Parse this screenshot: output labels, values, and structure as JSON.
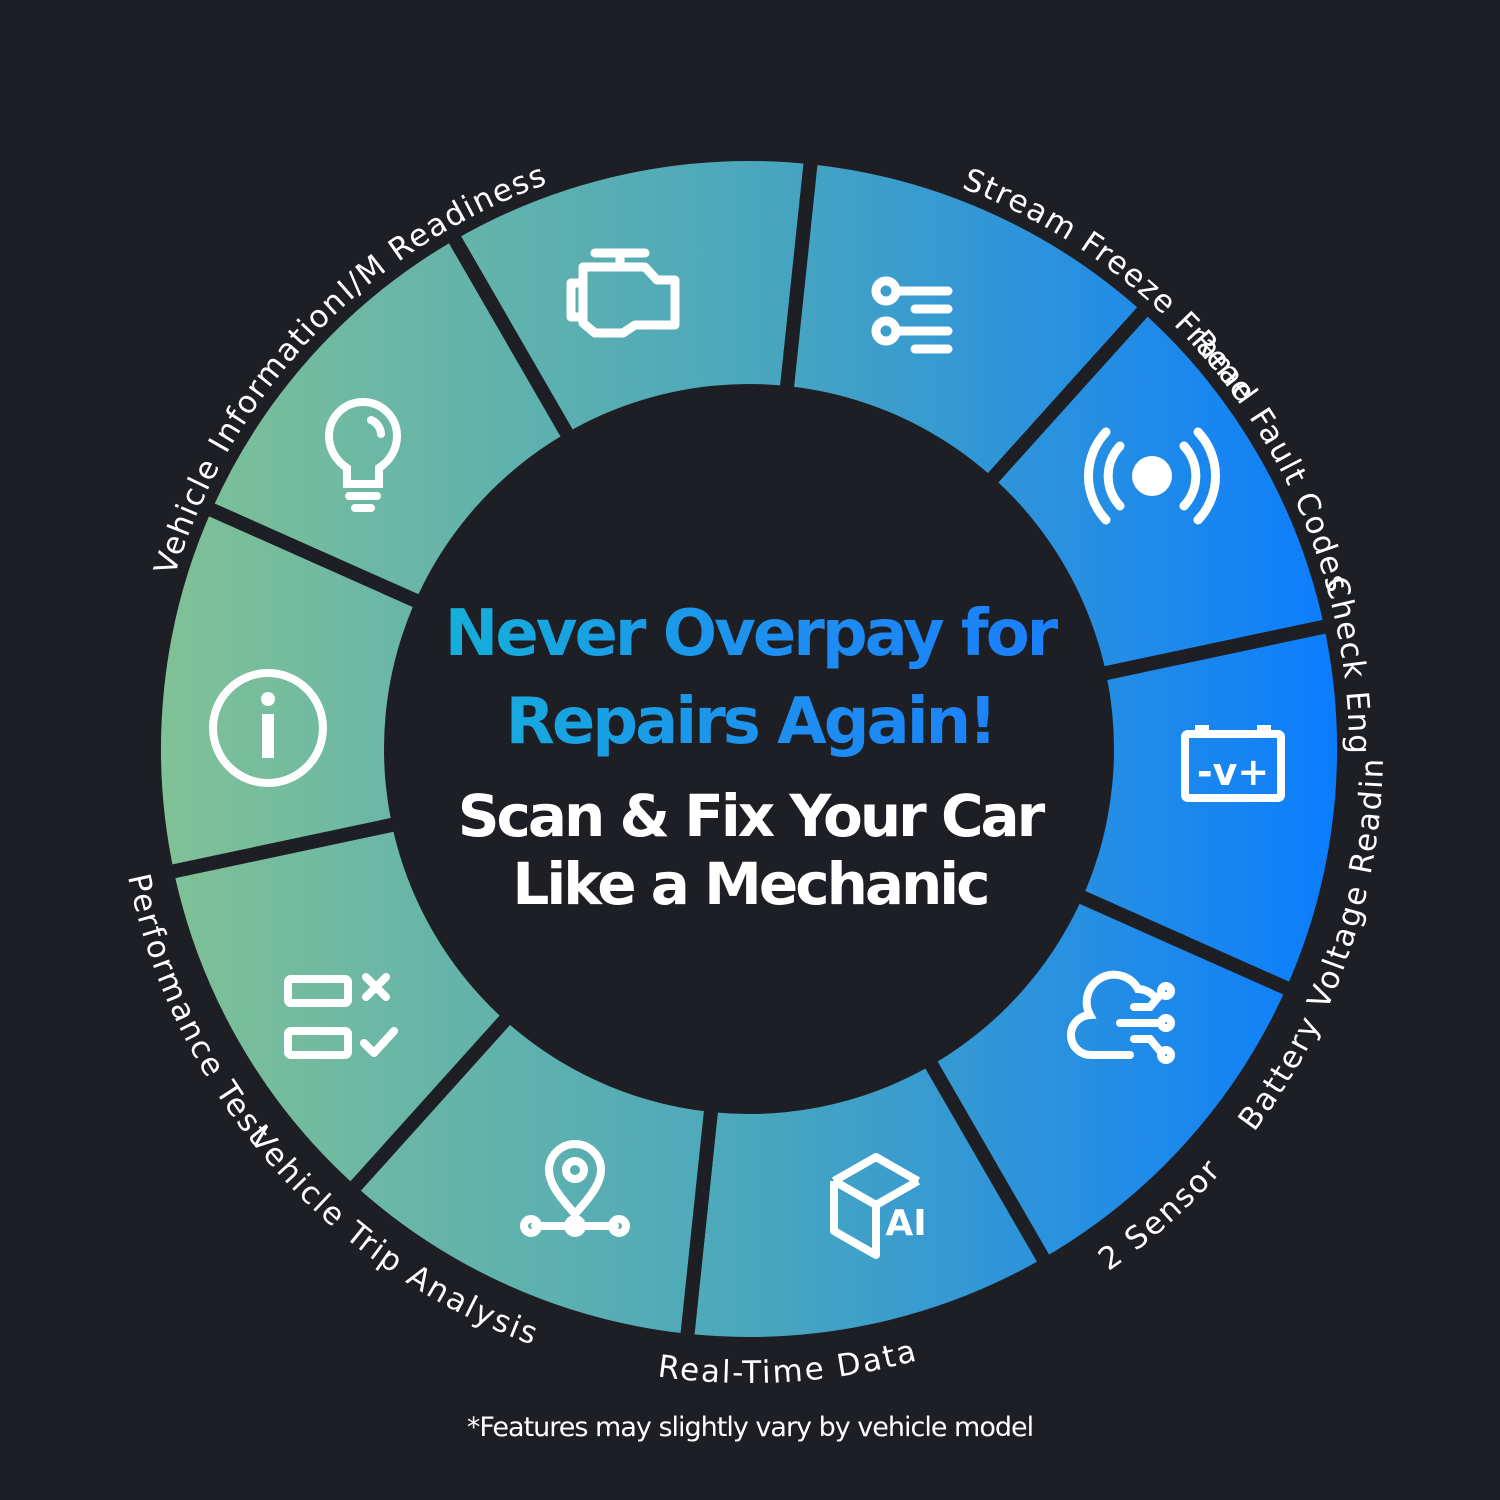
{
  "colors": {
    "background": "#1d1f24",
    "inner_circle": "#1d1f24",
    "gradient_start": "#80c196",
    "gradient_end": "#0a7cff",
    "icon": "#ffffff",
    "label": "#ffffff"
  },
  "segments": [
    {
      "label": "Check Engine",
      "icon": "engine-icon"
    },
    {
      "label": "Read Fault Codes",
      "icon": "sliders-icon"
    },
    {
      "label": "Stream Freeze Frame",
      "icon": "broadcast-icon"
    },
    {
      "label": "Battery Voltage Reading",
      "icon": "battery-icon"
    },
    {
      "label": "2 Sensor",
      "icon": "cloud-circuit-icon"
    },
    {
      "label": "Real-Time Data",
      "icon": "ai-cube-icon"
    },
    {
      "label": "Vehicle Trip Analysis",
      "icon": "location-route-icon"
    },
    {
      "label": "Performance Test",
      "icon": "checklist-icon"
    },
    {
      "label": "Vehicle Information",
      "icon": "info-icon"
    },
    {
      "label": "I/M Readiness",
      "icon": "lightbulb-icon"
    }
  ],
  "center": {
    "headline_line1": "Never Overpay for",
    "headline_line2": "Repairs Again!",
    "subline_line1": "Scan & Fix Your Car",
    "subline_line2": "Like a Mechanic"
  },
  "icon_text": {
    "battery_label": "-v+",
    "ai_label": "AI"
  },
  "footnote": "*Features may slightly vary by vehicle model"
}
